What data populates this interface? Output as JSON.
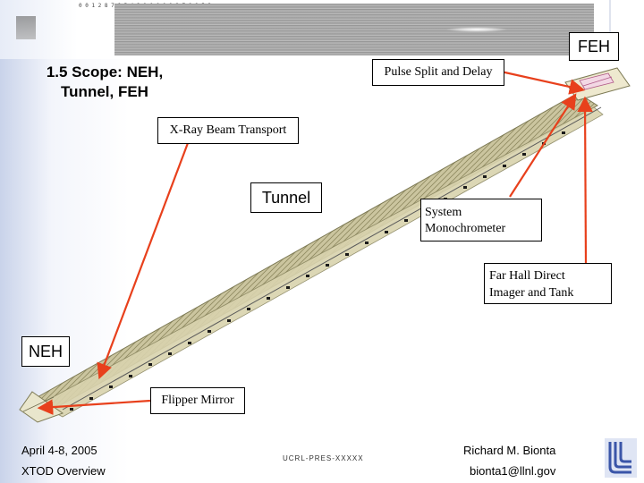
{
  "header": {
    "feh_label": "FEH"
  },
  "slide": {
    "title_line1": "1.5 Scope: NEH,",
    "title_line2": "Tunnel, FEH"
  },
  "callouts": {
    "pulse_split": "Pulse Split and Delay",
    "xray_transport": "X-Ray Beam Transport",
    "tunnel": "Tunnel",
    "system_mono_line1": "System",
    "system_mono_line2": "Monochrometer",
    "far_hall_line1": "Far Hall Direct",
    "far_hall_line2": "Imager and Tank",
    "neh": "NEH",
    "flipper_mirror": "Flipper Mirror"
  },
  "footer": {
    "date": "April 4-8, 2005",
    "event": "XTOD  Overview",
    "report_id": "UCRL-PRES-XXXXX",
    "author": "Richard M. Bionta",
    "email": "bionta1@llnl.gov"
  },
  "colors": {
    "arrow": "#e8401c",
    "tunnel_fill": "#c8c19a",
    "tunnel_edge": "#7d7a55",
    "llnl_blue": "#3a55a8"
  }
}
